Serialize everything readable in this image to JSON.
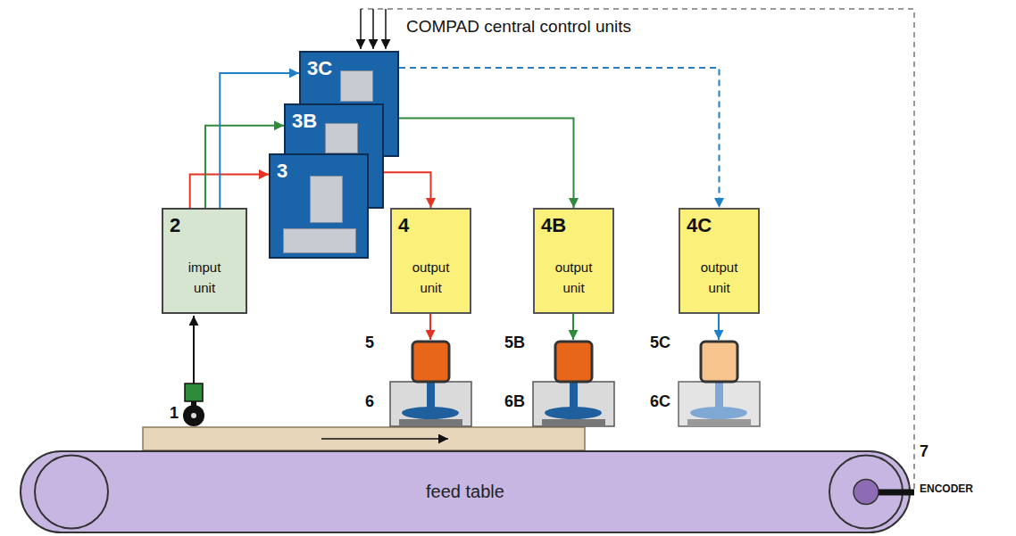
{
  "diagram": {
    "nodes": [
      {
        "text": [
          "2",
          "imput unit"
        ]
      },
      {
        "text": [
          "3"
        ]
      },
      {
        "text": [
          "3B"
        ]
      },
      {
        "text": [
          "3C"
        ]
      },
      {
        "text": [
          "4",
          "output unit"
        ]
      },
      {
        "text": [
          "4B",
          "output unit"
        ]
      },
      {
        "text": [
          "4C",
          "output unit"
        ]
      },
      {
        "text": [
          "feed table"
        ]
      }
    ],
    "edges": [
      {
        "from": 0,
        "to": 1,
        "arrow": "to"
      },
      {
        "from": 0,
        "to": 2,
        "arrow": "to"
      },
      {
        "from": 0,
        "to": 3,
        "arrow": "to"
      },
      {
        "from": 1,
        "to": 4,
        "arrow": "to"
      },
      {
        "from": 2,
        "to": 5,
        "arrow": "to"
      },
      {
        "from": 3,
        "to": 6,
        "arrow": "to"
      }
    ],
    "labels": [
      "COMPAD central control units",
      "1",
      "5",
      "5B",
      "5C",
      "6",
      "6B",
      "6C",
      "7",
      "ENCODER"
    ]
  }
}
